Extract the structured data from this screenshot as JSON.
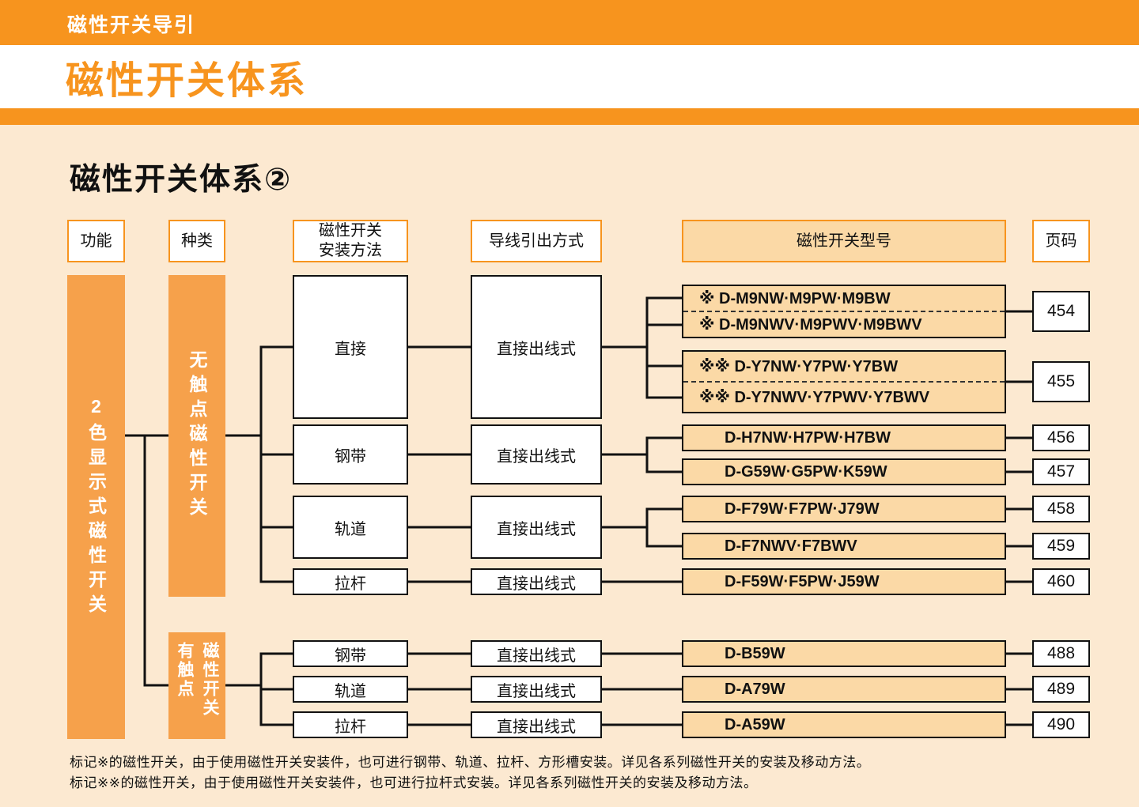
{
  "banner": {
    "tab": "磁性开关导引",
    "title": "磁性开关体系"
  },
  "section": {
    "title": "磁性开关体系②"
  },
  "columns": {
    "function": "功能",
    "type": "种类",
    "mounting": "磁性开关\n安装方法",
    "lead": "导线引出方式",
    "model": "磁性开关型号",
    "page": "页码"
  },
  "flow": {
    "function_label": "2色显示式磁性开关",
    "type_upper": "无触点磁性开关",
    "type_lower_col1": "有触点",
    "type_lower_col2": "磁性开关",
    "mount_upper": [
      "直接",
      "钢带",
      "轨道",
      "拉杆"
    ],
    "mount_lower": [
      "钢带",
      "轨道",
      "拉杆"
    ],
    "lead_label": "直接出线式",
    "groups": [
      {
        "rows": [
          "※ D-M9NW·M9PW·M9BW",
          "※ D-M9NWV·M9PWV·M9BWV"
        ],
        "page": "454"
      },
      {
        "rows": [
          "※※ D-Y7NW·Y7PW·Y7BW",
          "※※ D-Y7NWV·Y7PWV·Y7BWV"
        ],
        "page": "455"
      },
      {
        "rows": [
          "D-H7NW·H7PW·H7BW"
        ],
        "page": "456"
      },
      {
        "rows": [
          "D-G59W·G5PW·K59W"
        ],
        "page": "457"
      },
      {
        "rows": [
          "D-F79W·F7PW·J79W"
        ],
        "page": "458"
      },
      {
        "rows": [
          "D-F7NWV·F7BWV"
        ],
        "page": "459"
      },
      {
        "rows": [
          "D-F59W·F5PW·J59W"
        ],
        "page": "460"
      },
      {
        "rows": [
          "D-B59W"
        ],
        "page": "488"
      },
      {
        "rows": [
          "D-A79W"
        ],
        "page": "489"
      },
      {
        "rows": [
          "D-A59W"
        ],
        "page": "490"
      }
    ]
  },
  "footnotes": [
    "标记※的磁性开关，由于使用磁性开关安装件，也可进行钢带、轨道、拉杆、方形槽安装。详见各系列磁性开关的安装及移动方法。",
    "标记※※的磁性开关，由于使用磁性开关安装件，也可进行拉杆式安装。详见各系列磁性开关的安装及移动方法。"
  ],
  "colors": {
    "orange": "#F7941E",
    "panel_orange": "#F6A14B",
    "model_fill": "#FBD9A6",
    "background": "#FCE9D1"
  }
}
